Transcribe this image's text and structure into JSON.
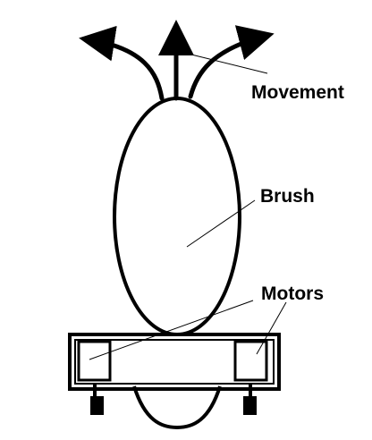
{
  "labels": {
    "movement": "Movement",
    "brush": "Brush",
    "motors": "Motors"
  },
  "colors": {
    "stroke": "#000000",
    "background": "#ffffff"
  }
}
